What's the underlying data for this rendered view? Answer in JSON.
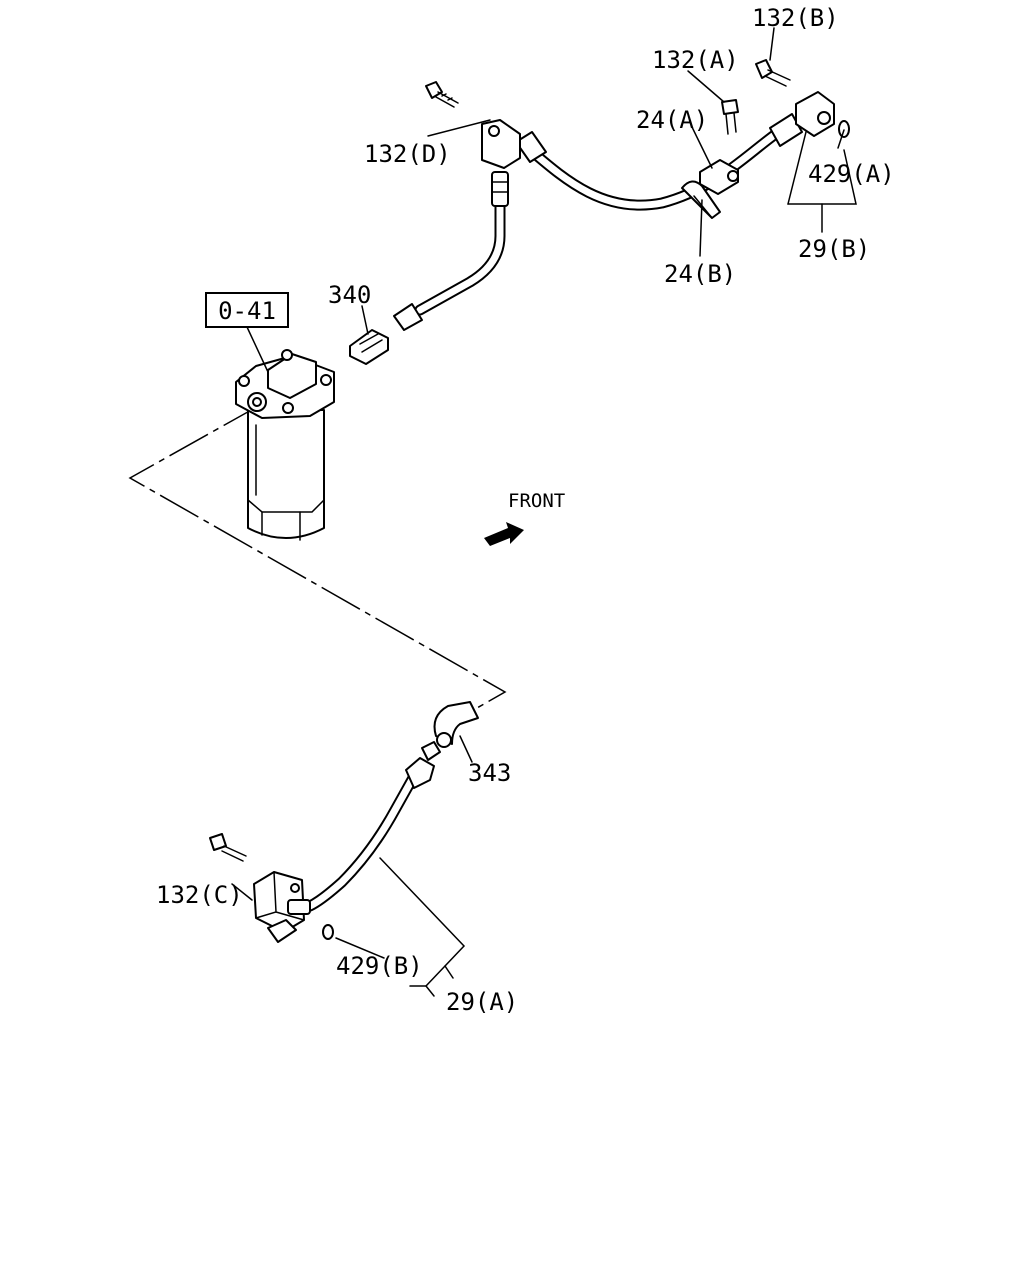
{
  "diagram": {
    "callouts": {
      "ref_box": "0-41",
      "p340": "340",
      "p343": "343",
      "p132a": "132(A)",
      "p132b": "132(B)",
      "p132c": "132(C)",
      "p132d": "132(D)",
      "p24a": "24(A)",
      "p24b": "24(B)",
      "p429a": "429(A)",
      "p429b": "429(B)",
      "p29a": "29(A)",
      "p29b": "29(B)"
    },
    "direction_label": "FRONT",
    "icons": [
      "arrow-front-icon"
    ]
  }
}
